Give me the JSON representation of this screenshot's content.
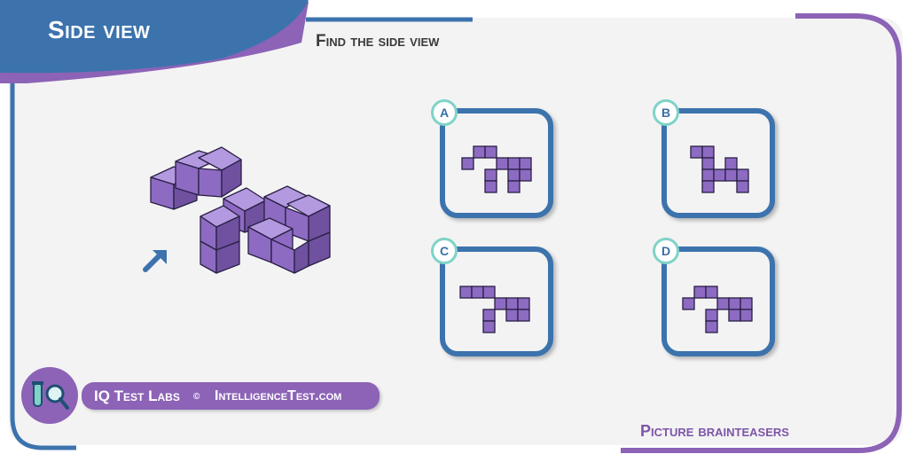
{
  "header": {
    "title": "Side view"
  },
  "subtitle": "Find the side view",
  "options": [
    {
      "label": "A"
    },
    {
      "label": "B"
    },
    {
      "label": "C"
    },
    {
      "label": "D"
    }
  ],
  "brand": {
    "name": "IQ Test Labs",
    "copyright": "©",
    "site": "IntelligenceTest.com"
  },
  "category": "Picture brainteasers",
  "colors": {
    "blue": "#3c73ad",
    "purple": "#8c63b6",
    "cube_face": "#8d6bc2",
    "badge_ring": "#7fd3c7",
    "panel": "#f3f3f4"
  }
}
